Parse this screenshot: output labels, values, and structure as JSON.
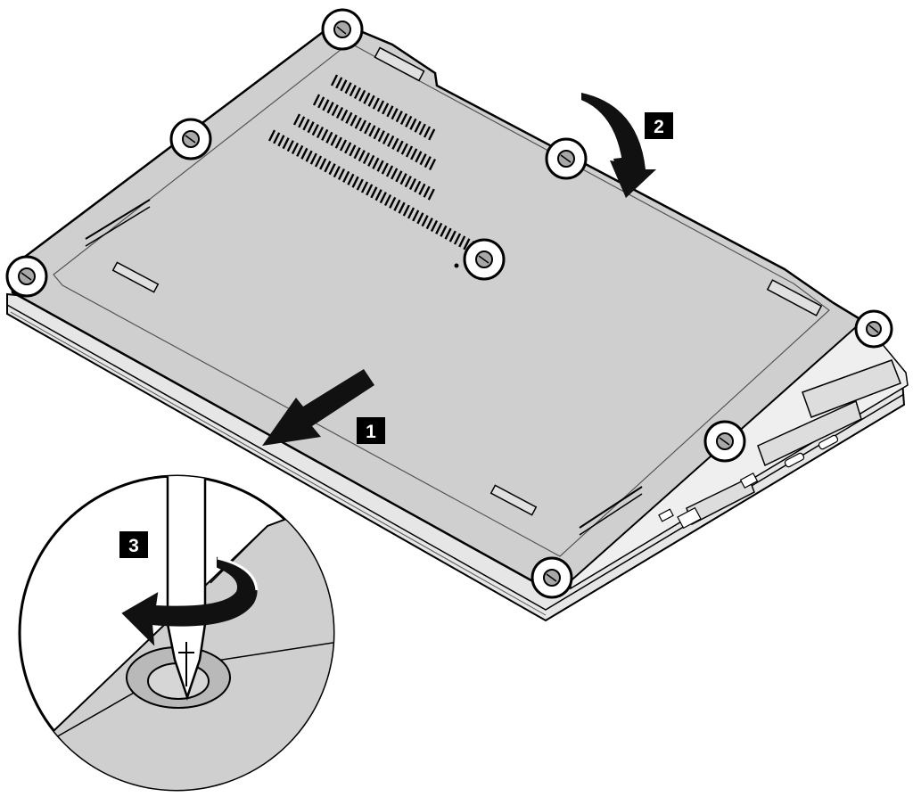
{
  "steps": [
    {
      "number": "1"
    },
    {
      "number": "2"
    },
    {
      "number": "3"
    }
  ],
  "colors": {
    "panel": "#cfcfcf",
    "panel_shadow": "#b9b9b9",
    "outline": "#000000",
    "arrow": "#111111",
    "background": "#ffffff"
  },
  "screws": {
    "count": 8,
    "highlighted": true
  }
}
